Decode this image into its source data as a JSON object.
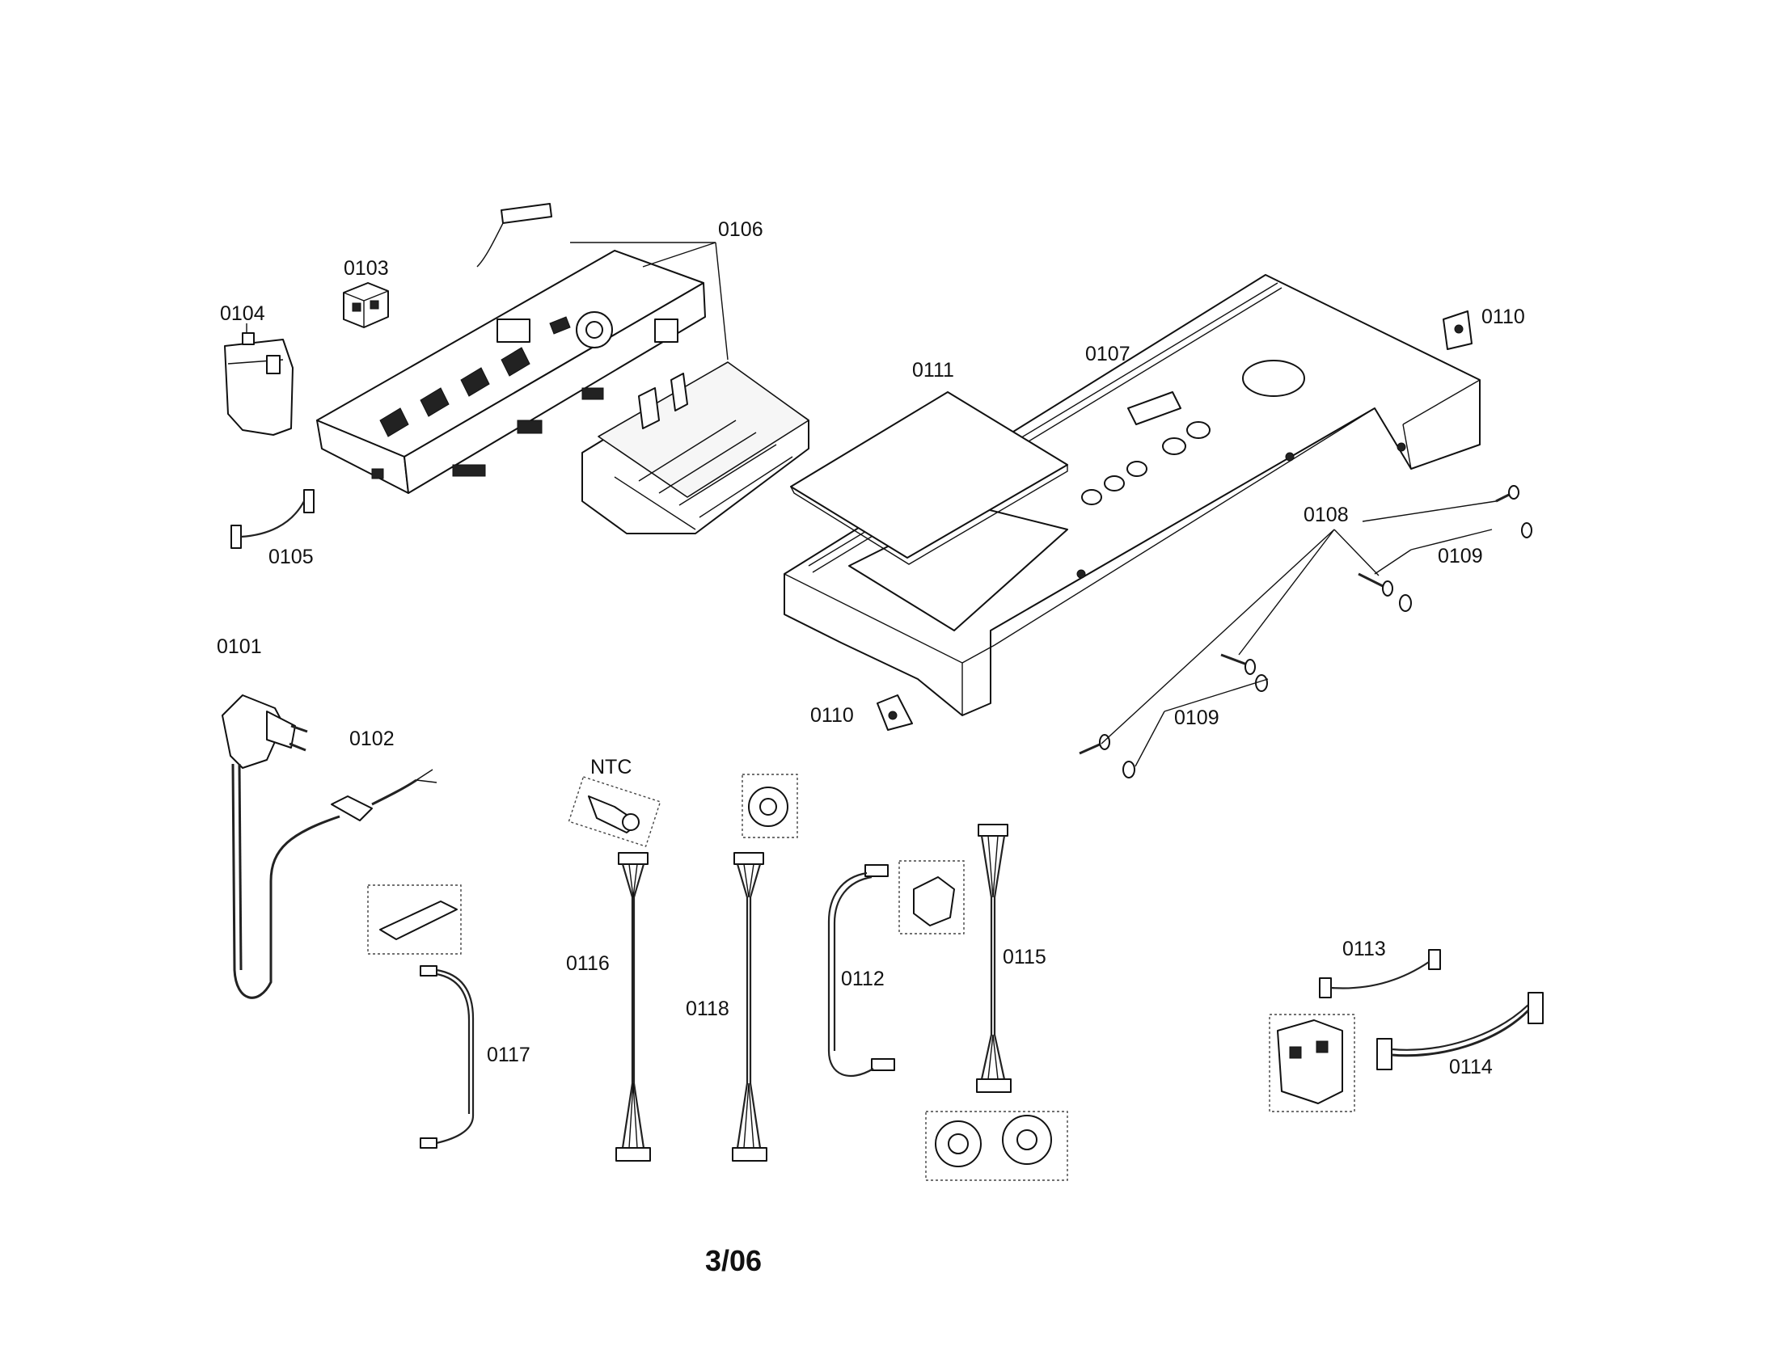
{
  "labels": {
    "l0101": "0101",
    "l0102": "0102",
    "l0103": "0103",
    "l0104": "0104",
    "l0105": "0105",
    "l0106": "0106",
    "l0107": "0107",
    "l0108": "0108",
    "l0109a": "0109",
    "l0109b": "0109",
    "l0110a": "0110",
    "l0110b": "0110",
    "l0111": "0111",
    "l0112": "0112",
    "l0113": "0113",
    "l0114": "0114",
    "l0115": "0115",
    "l0116": "0116",
    "l0117": "0117",
    "l0118": "0118",
    "ntc": "NTC"
  },
  "page_number": "3/06"
}
